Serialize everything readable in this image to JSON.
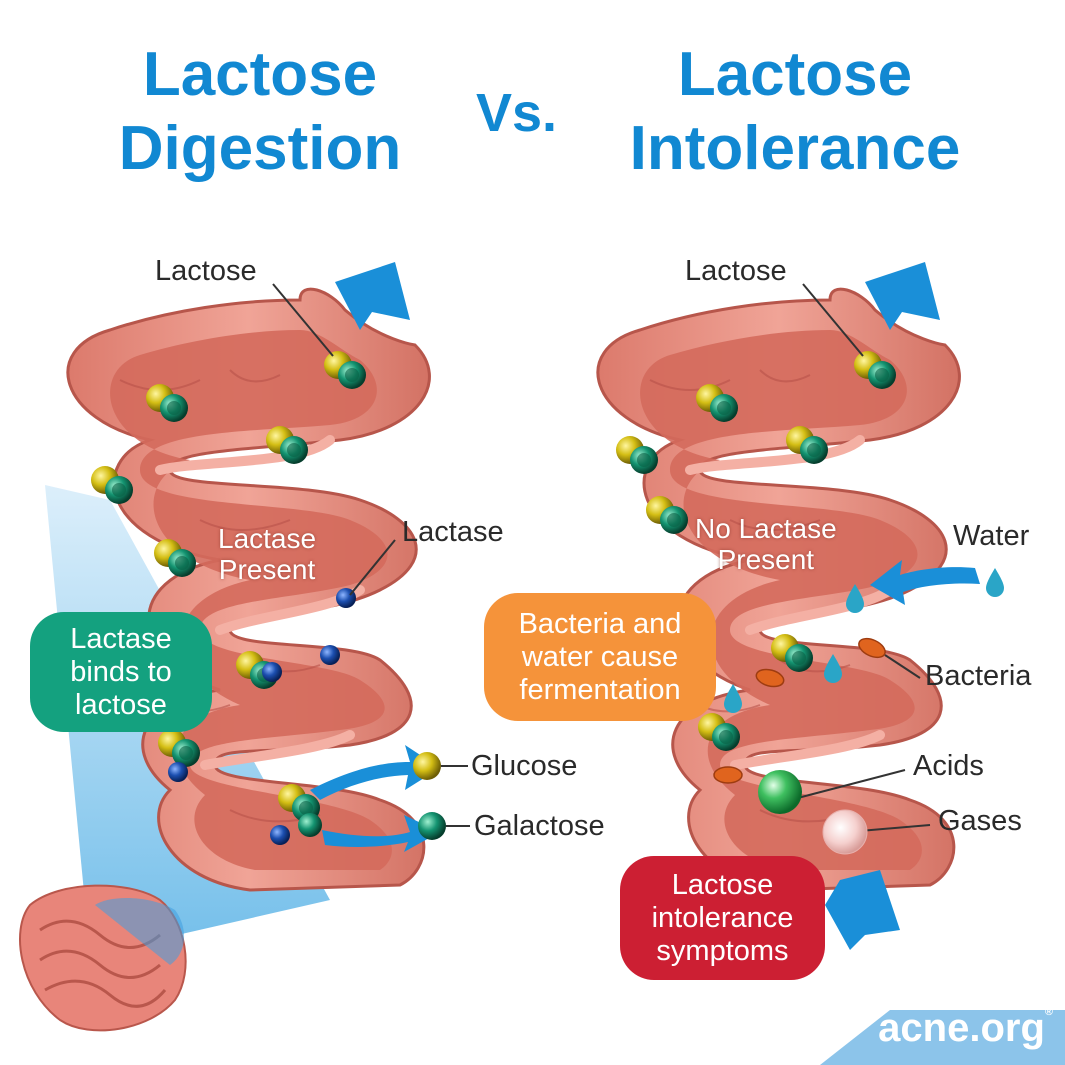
{
  "titles": {
    "left_line1": "Lactose",
    "left_line2": "Digestion",
    "vs": "Vs.",
    "right_line1": "Lactose",
    "right_line2": "Intolerance"
  },
  "left": {
    "lactose_label": "Lactose",
    "lactase_label": "Lactase",
    "present_line1": "Lactase",
    "present_line2": "Present",
    "binds_box": [
      "Lactase",
      "binds to",
      "lactose"
    ],
    "glucose_label": "Glucose",
    "galactose_label": "Galactose"
  },
  "right": {
    "lactose_label": "Lactose",
    "water_label": "Water",
    "no_lactase_line1": "No Lactase",
    "no_lactase_line2": "Present",
    "bacteria_box": [
      "Bacteria and",
      "water cause",
      "fermentation"
    ],
    "bacteria_label": "Bacteria",
    "acids_label": "Acids",
    "gases_label": "Gases",
    "symptoms_box": [
      "Lactose",
      "intolerance",
      "symptoms"
    ]
  },
  "logo": {
    "text": "acne.org",
    "mark": "®"
  },
  "colors": {
    "title_blue": "#1188d2",
    "arrow_blue": "#1a8fd8",
    "intestine": "#e88878",
    "intestine_dark": "#c45a4e",
    "binds_box": "#14a17f",
    "fermentation_box": "#f5933a",
    "symptoms_box": "#cc1f33",
    "glucose": "#c9b410",
    "galactose": "#138a6b",
    "lactase": "#1b4fa8"
  }
}
